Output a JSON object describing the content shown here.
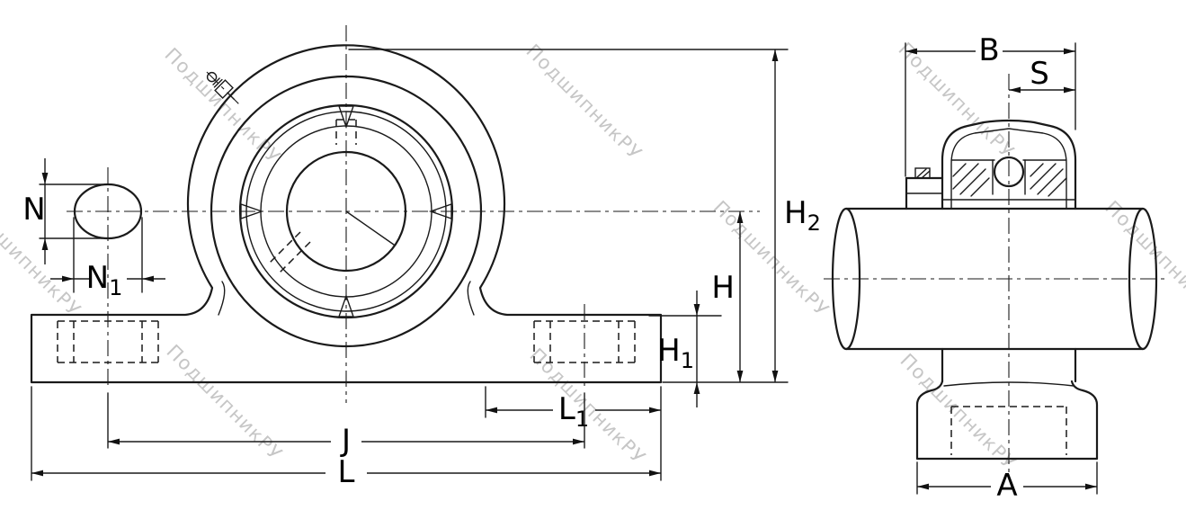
{
  "colors": {
    "line": "#1a1a1a",
    "watermark": "#c6c6c6",
    "background": "#ffffff"
  },
  "watermark": {
    "text": "ПодшипникРУ"
  },
  "dims": {
    "N": {
      "main": "N",
      "sub": ""
    },
    "N1": {
      "main": "N",
      "sub": "1"
    },
    "L": {
      "main": "L",
      "sub": ""
    },
    "J": {
      "main": "J",
      "sub": ""
    },
    "L1": {
      "main": "L",
      "sub": "1"
    },
    "H": {
      "main": "H",
      "sub": ""
    },
    "H1": {
      "main": "H",
      "sub": "1"
    },
    "H2": {
      "main": "H",
      "sub": "2"
    },
    "B": {
      "main": "B",
      "sub": ""
    },
    "S": {
      "main": "S",
      "sub": ""
    },
    "A": {
      "main": "A",
      "sub": ""
    }
  }
}
